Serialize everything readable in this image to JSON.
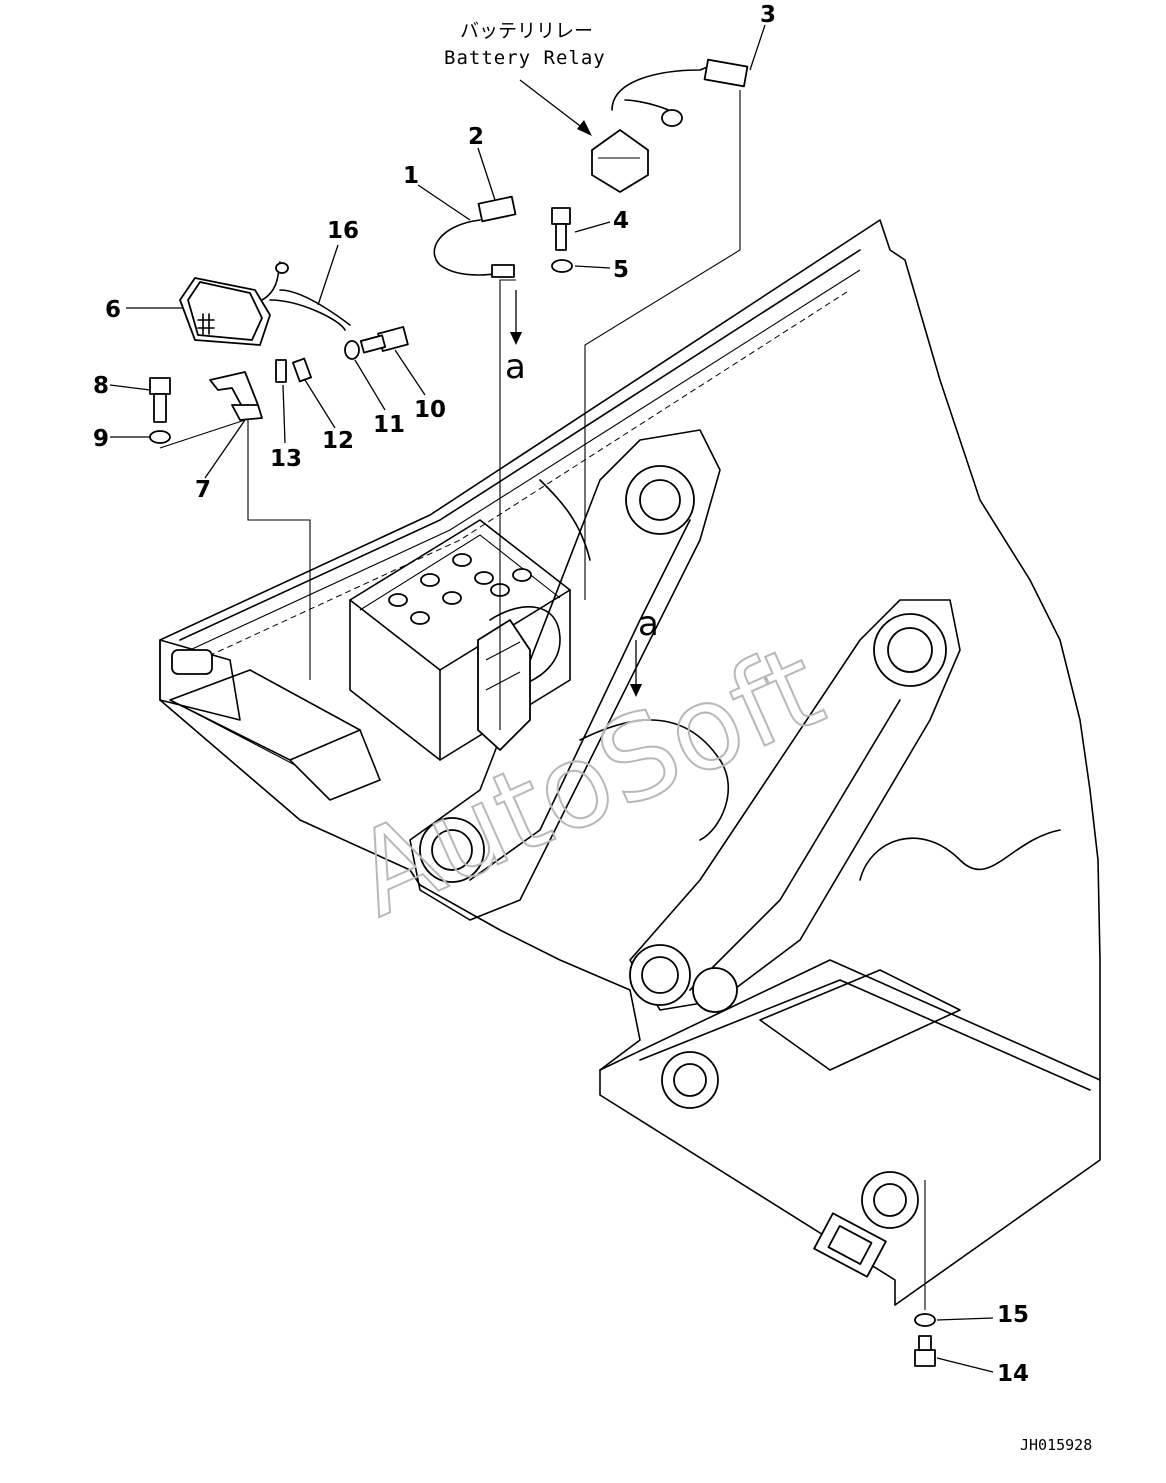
{
  "title": {
    "japanese": "バッテリリレー",
    "english": "Battery Relay"
  },
  "callouts": [
    {
      "id": "1",
      "label": "1"
    },
    {
      "id": "2",
      "label": "2"
    },
    {
      "id": "3",
      "label": "3"
    },
    {
      "id": "4",
      "label": "4"
    },
    {
      "id": "5",
      "label": "5"
    },
    {
      "id": "6",
      "label": "6"
    },
    {
      "id": "7",
      "label": "7"
    },
    {
      "id": "8",
      "label": "8"
    },
    {
      "id": "9",
      "label": "9"
    },
    {
      "id": "10",
      "label": "10"
    },
    {
      "id": "11",
      "label": "11"
    },
    {
      "id": "12",
      "label": "12"
    },
    {
      "id": "13",
      "label": "13"
    },
    {
      "id": "14",
      "label": "14"
    },
    {
      "id": "15",
      "label": "15"
    },
    {
      "id": "16",
      "label": "16"
    }
  ],
  "view_reference": "a",
  "watermark": "AutoSoft",
  "document_id": "JH015928"
}
